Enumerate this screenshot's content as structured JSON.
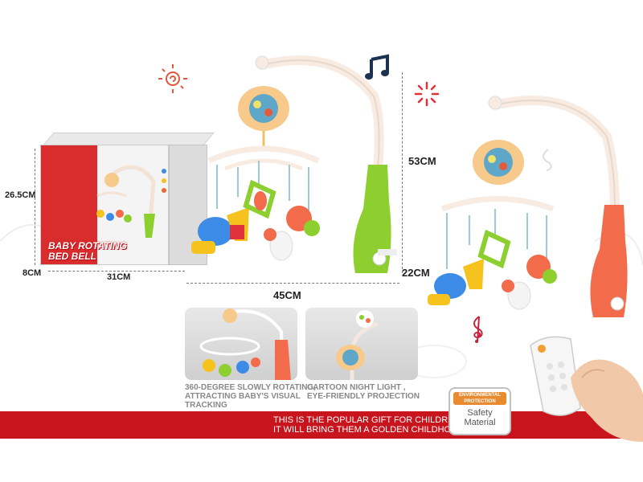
{
  "box": {
    "title_line1": "BABY ROTATING",
    "title_line2": "BED BELL",
    "height_label": "26.5CM",
    "depth_label": "8CM",
    "width_label": "31CM"
  },
  "product_dimensions": {
    "height_label": "53CM",
    "width_label": "45CM",
    "clip_label": "22CM"
  },
  "features": [
    {
      "caption_line1": "360-DEGREE SLOWLY ROTATING,",
      "caption_line2": "ATTRACTING BABY'S VISUAL",
      "caption_line3": "TRACKING"
    },
    {
      "caption_line1": "CARTOON NIGHT LIGHT ,",
      "caption_line2": "EYE-FRIENDLY PROJECTION"
    }
  ],
  "banner": {
    "line1": "THIS IS THE POPULAR GIFT FOR CHILDREN,",
    "line2": "IT WILL BRING THEM A GOLDEN CHILDHOOD."
  },
  "badge": {
    "top_line1": "ENVIRONMENTAL",
    "top_line2": "PROTECTION",
    "main_line1": "Safety",
    "main_line2": "Material"
  },
  "colors": {
    "banner_red": "#c8141c",
    "clamp_green": "#8ccf2e",
    "clamp_orange": "#f26b4b",
    "arm_cream": "#f7ebe2",
    "music_box": "#f7c98a",
    "badge_orange": "#e98a2f"
  },
  "icons": [
    "sun-icon",
    "music-note-icon",
    "sparkle-icon",
    "treble-clef-icon"
  ]
}
